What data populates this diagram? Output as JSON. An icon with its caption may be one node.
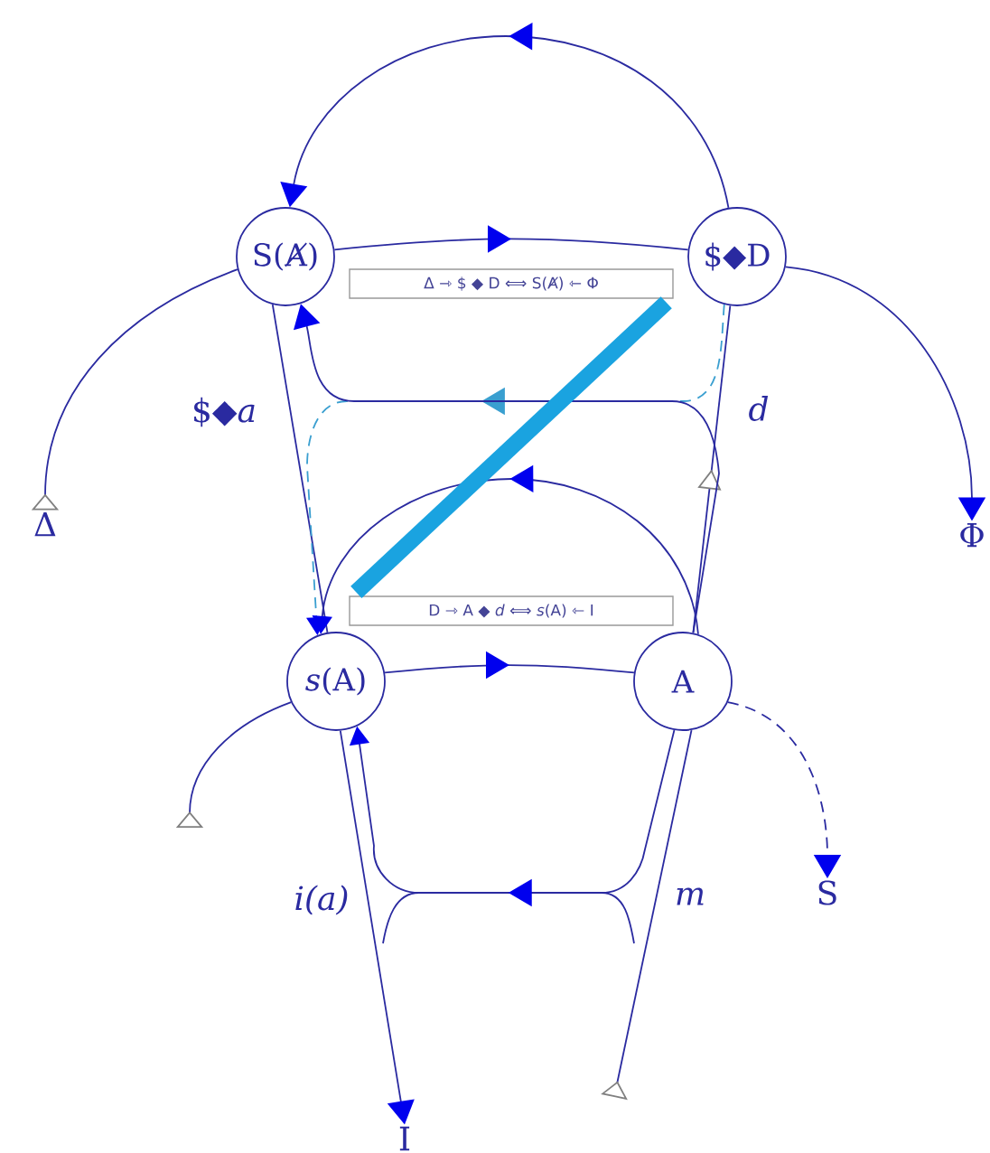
{
  "diagram": {
    "nodes": [
      {
        "text": [
          "S(Ⱥ)"
        ]
      },
      {
        "text": [
          "$◆D"
        ]
      },
      {
        "text": [
          "*s*(A)"
        ]
      },
      {
        "text": [
          "A"
        ]
      },
      {
        "text": [
          "Δ ⇾ $ ◆ D ⟺ S(Ⱥ) ⇽ Φ"
        ]
      },
      {
        "text": [
          "D ⇾ A ◆ *d* ⟺ *s*(A) ⇽ I"
        ]
      },
      {
        "text": [
          "Δ"
        ]
      },
      {
        "text": [
          "Φ"
        ]
      },
      {
        "text": [
          "S"
        ]
      },
      {
        "text": [
          "I"
        ]
      }
    ],
    "edges": [
      {
        "from": 0,
        "to": 1,
        "arrow": "to"
      },
      {
        "from": 1,
        "to": 0,
        "arrow": "to"
      },
      {
        "from": 1,
        "to": 7,
        "arrow": "to"
      },
      {
        "from": 6,
        "to": 0,
        "arrow": "other"
      },
      {
        "from": 0,
        "to": 2,
        "arrow": "none",
        "label": "$◆*a*"
      },
      {
        "from": 1,
        "to": 2,
        "arrow": "to",
        "style": "dashed",
        "color": "#3a9fd0"
      },
      {
        "from": 3,
        "to": 1,
        "arrow": "to",
        "label": "d"
      },
      {
        "from": 3,
        "to": 0,
        "arrow": "to"
      },
      {
        "from": 3,
        "to": 2,
        "arrow": "to"
      },
      {
        "from": 2,
        "to": 3,
        "arrow": "to"
      },
      {
        "from": 3,
        "to": 8,
        "arrow": "to",
        "style": "dashed"
      },
      {
        "from": null,
        "to": 2,
        "arrow": "other"
      },
      {
        "from": 2,
        "to": 9,
        "arrow": "to",
        "label": "i(a)"
      },
      {
        "from": null,
        "to": 3,
        "arrow": "other",
        "label": "m"
      },
      {
        "from": 3,
        "to": 2,
        "arrow": "to"
      },
      {
        "from": 4,
        "to": 5,
        "arrow": "none",
        "style": "thick",
        "color": "#1aa3e0"
      }
    ]
  }
}
